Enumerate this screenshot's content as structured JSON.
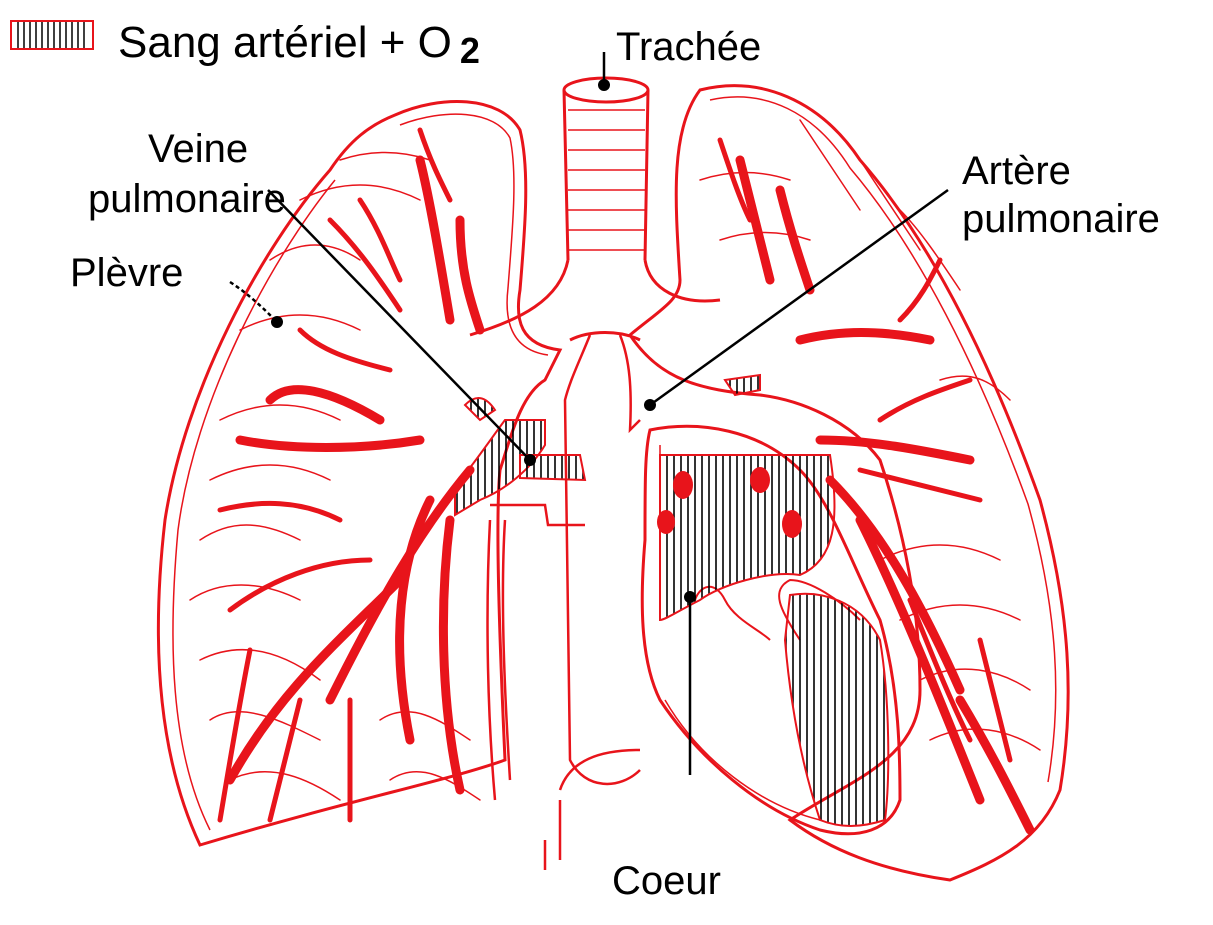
{
  "legend": {
    "text": "Sang artériel + O",
    "subscript": "2",
    "stripe_color": "#e8141b"
  },
  "labels": {
    "trachea": "Trachée",
    "pulmonary_vein_1": "Veine",
    "pulmonary_vein_2": "pulmonaire",
    "pulmonary_artery_1": "Artère",
    "pulmonary_artery_2": "pulmonaire",
    "pleura": "Plèvre",
    "heart": "Coeur"
  },
  "colors": {
    "outline": "#e8141b",
    "leader": "#000000",
    "hatch": "#000000",
    "background": "#ffffff"
  }
}
